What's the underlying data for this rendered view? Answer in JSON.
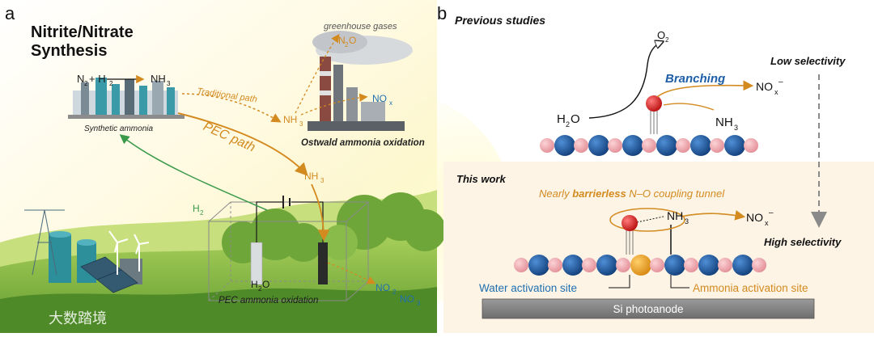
{
  "panel_a": {
    "letter": "a",
    "title_line1": "Nitrite/Nitrate",
    "title_line2": "Synthesis",
    "haber_n2": "N",
    "haber_sub2": "2",
    "haber_plus": "+ H",
    "haber_h2sub": "2",
    "haber_nh3": "NH",
    "haber_nh3sub": "3",
    "synthetic_ammonia": "Synthetic ammonia",
    "traditional_path": "Traditional path",
    "nh3_mid": "NH",
    "nh3_mid_sub": "3",
    "greenhouse_gases": "greenhouse gases",
    "n2o": "N",
    "n2o_sub": "2",
    "n2o_o": "O",
    "nox": "NO",
    "nox_sub": "x",
    "ostwald": "Ostwald ammonia oxidation",
    "pec_path": "PEC path",
    "nh3_low": "NH",
    "nh3_low_sub": "3",
    "h2_label": "H",
    "h2_sub": "2",
    "h2o": "H",
    "h2o_sub": "2",
    "h2o_o": "O",
    "pec_oxidation": "PEC ammonia oxidation",
    "no2": "NO",
    "no2_sub": "2",
    "no3": "NO",
    "no3_sub": "3",
    "watermark": "大数踏境"
  },
  "panel_b": {
    "letter": "b",
    "previous_studies": "Previous studies",
    "o2": "O",
    "o2_sub": "2",
    "branching": "Branching",
    "nox_minus": "NO",
    "nox_minus_sub": "x",
    "nox_minus_sup": "–",
    "h2o": "H",
    "h2o_sub": "2",
    "h2o_o": "O",
    "nh3": "NH",
    "nh3_sub": "3",
    "low_selectivity": "Low selectivity",
    "this_work": "This work",
    "tunnel_pre": "Nearly ",
    "tunnel_bold": "barrierless",
    "tunnel_post": " N–O coupling tunnel",
    "nh3_b": "NH",
    "nh3_b_sub": "3",
    "nox_b": "NO",
    "nox_b_sub": "x",
    "nox_b_sup": "–",
    "high_selectivity": "High selectivity",
    "water_site": "Water activation site",
    "ammonia_site": "Ammonia activation site",
    "si_photoanode": "Si photoanode"
  },
  "colors": {
    "blue_atom": "#1f5fa8",
    "pink_atom": "#f2aab0",
    "orange": "#d38a1f",
    "green": "#3a9a4a",
    "red_atom": "#d82424",
    "water_label": "#1f6fb0",
    "ammonia_label": "#d38a1f"
  }
}
